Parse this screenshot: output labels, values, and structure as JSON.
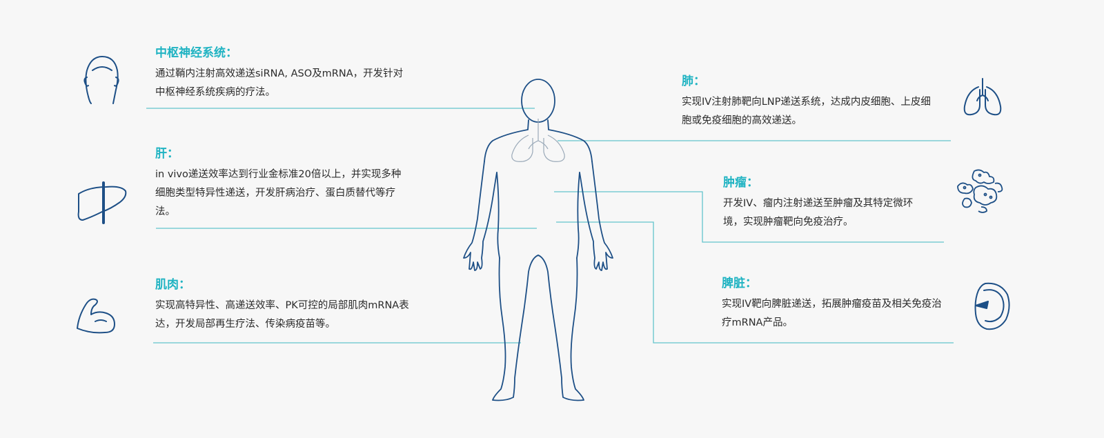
{
  "colors": {
    "accent": "#1fb3c2",
    "line": "#63c4cc",
    "icon": "#1d4f86",
    "text": "#2b2b2b"
  },
  "organs": [
    {
      "id": "cns",
      "title": "中枢神经系统：",
      "desc": "通过鞘内注射高效递送siRNA, ASO及mRNA，开发针对中枢神经系统疾病的疗法。",
      "icon": "head-icon"
    },
    {
      "id": "liver",
      "title": "肝：",
      "desc": "in vivo递送效率达到行业金标准20倍以上，并实现多种细胞类型特异性递送，开发肝病治疗、蛋白质替代等疗法。",
      "icon": "liver-icon"
    },
    {
      "id": "muscle",
      "title": "肌肉：",
      "desc": "实现高特异性、高递送效率、PK可控的局部肌肉mRNA表达，开发局部再生疗法、传染病疫苗等。",
      "icon": "muscle-icon"
    },
    {
      "id": "lung",
      "title": "肺：",
      "desc": "实现IV注射肺靶向LNP递送系统，达成内皮细胞、上皮细胞或免疫细胞的高效递送。",
      "icon": "lungs-icon"
    },
    {
      "id": "tumor",
      "title": "肿瘤：",
      "desc": "开发IV、瘤内注射递送至肿瘤及其特定微环境，实现肿瘤靶向免疫治疗。",
      "icon": "tumor-icon"
    },
    {
      "id": "spleen",
      "title": "脾脏：",
      "desc": "实现IV靶向脾脏递送，拓展肿瘤疫苗及相关免疫治疗mRNA产品。",
      "icon": "spleen-icon"
    }
  ]
}
